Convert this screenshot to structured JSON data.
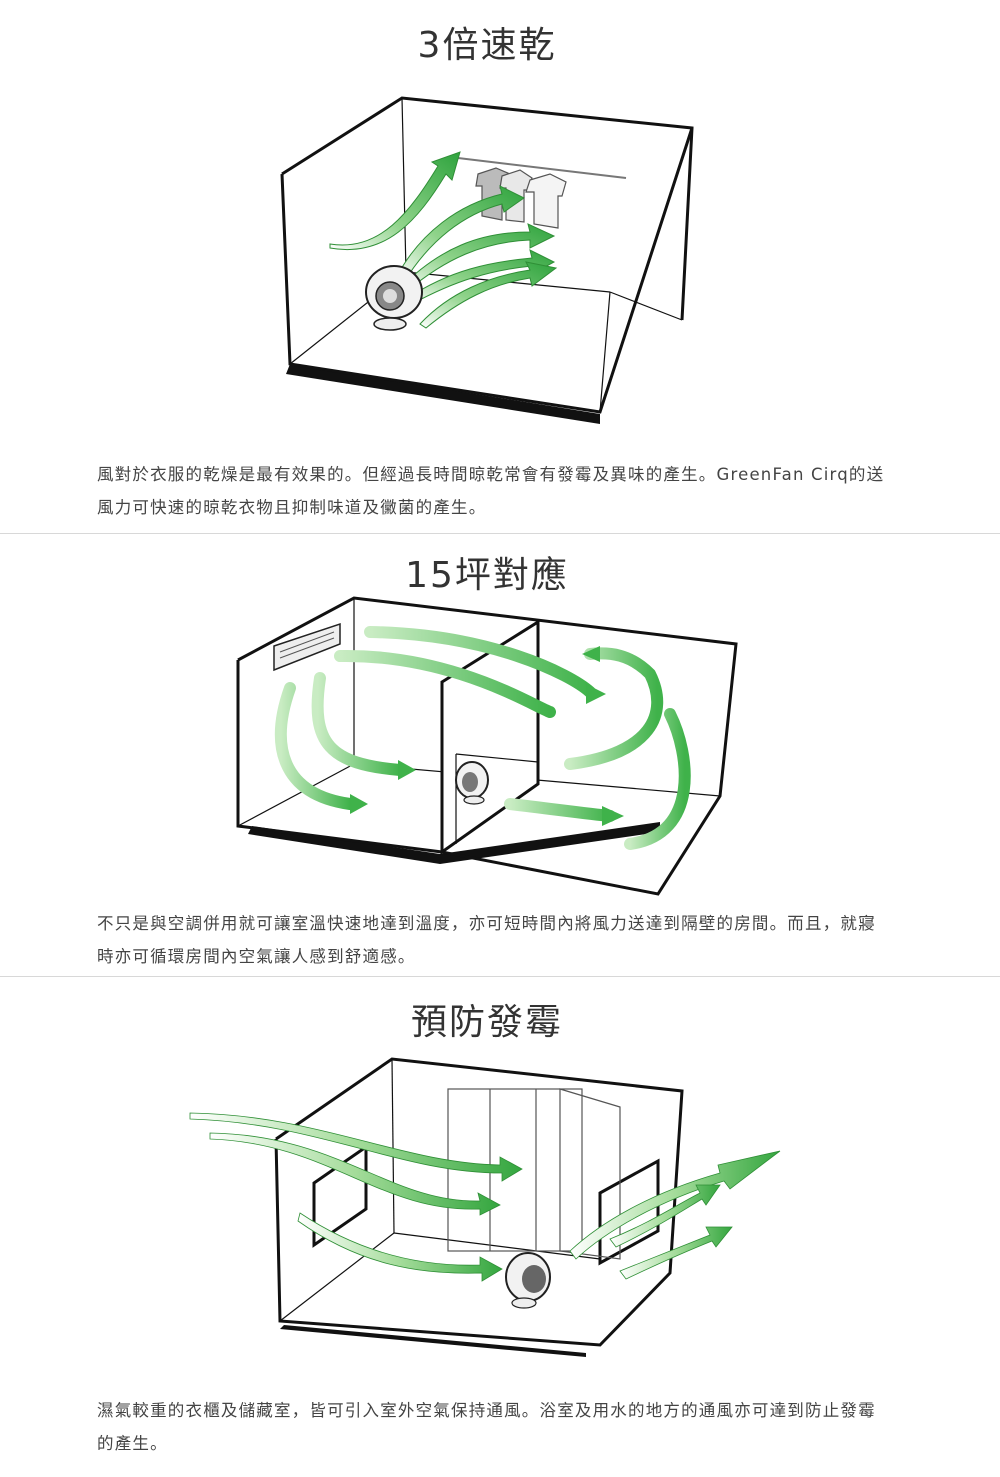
{
  "sections": [
    {
      "title": "3倍速乾",
      "description": "風對於衣服的乾燥是最有效果的。但經過長時間晾乾常會有發霉及異味的產生。GreenFan Cirq的送風力可快速的晾乾衣物且抑制味道及黴菌的產生。"
    },
    {
      "title": "15坪對應",
      "description": "不只是與空調併用就可讓室溫快速地達到溫度，亦可短時間內將風力送達到隔壁的房間。而且，就寢時亦可循環房間內空氣讓人感到舒適感。"
    },
    {
      "title": "預防發霉",
      "description": "濕氣較重的衣櫃及儲藏室，皆可引入室外空氣保持通風。浴室及用水的地方的通風亦可達到防止發霉的產生。"
    }
  ],
  "colors": {
    "arrow_green": "#3fb24a",
    "arrow_light": "#c9ecc3",
    "line": "#1a1a1a"
  }
}
